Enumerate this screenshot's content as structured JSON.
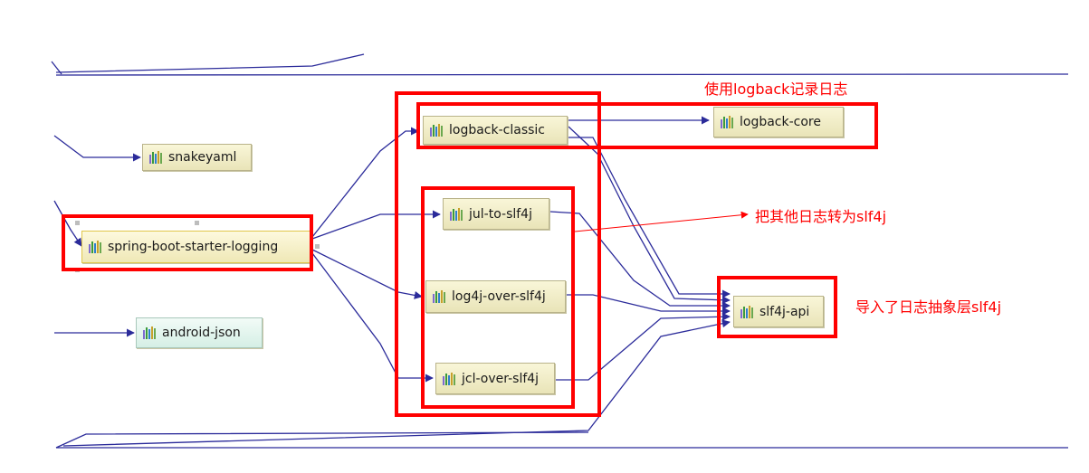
{
  "colors": {
    "edge": "#2b2b9a",
    "annotation": "#ff0000",
    "highlight_box": "#ff0000"
  },
  "nodes": {
    "snakeyaml": "snakeyaml",
    "spring_boot_starter_logging": "spring-boot-starter-logging",
    "android_json": "android-json",
    "logback_classic": "logback-classic",
    "logback_core": "logback-core",
    "jul_to_slf4j": "jul-to-slf4j",
    "log4j_over_slf4j": "log4j-over-slf4j",
    "jcl_over_slf4j": "jcl-over-slf4j",
    "slf4j_api": "slf4j-api"
  },
  "icon": "library-jar-icon",
  "annotations": {
    "logback": "使用logback记录日志",
    "bridges": "把其他日志转为slf4j",
    "api": "导入了日志抽象层slf4j"
  }
}
